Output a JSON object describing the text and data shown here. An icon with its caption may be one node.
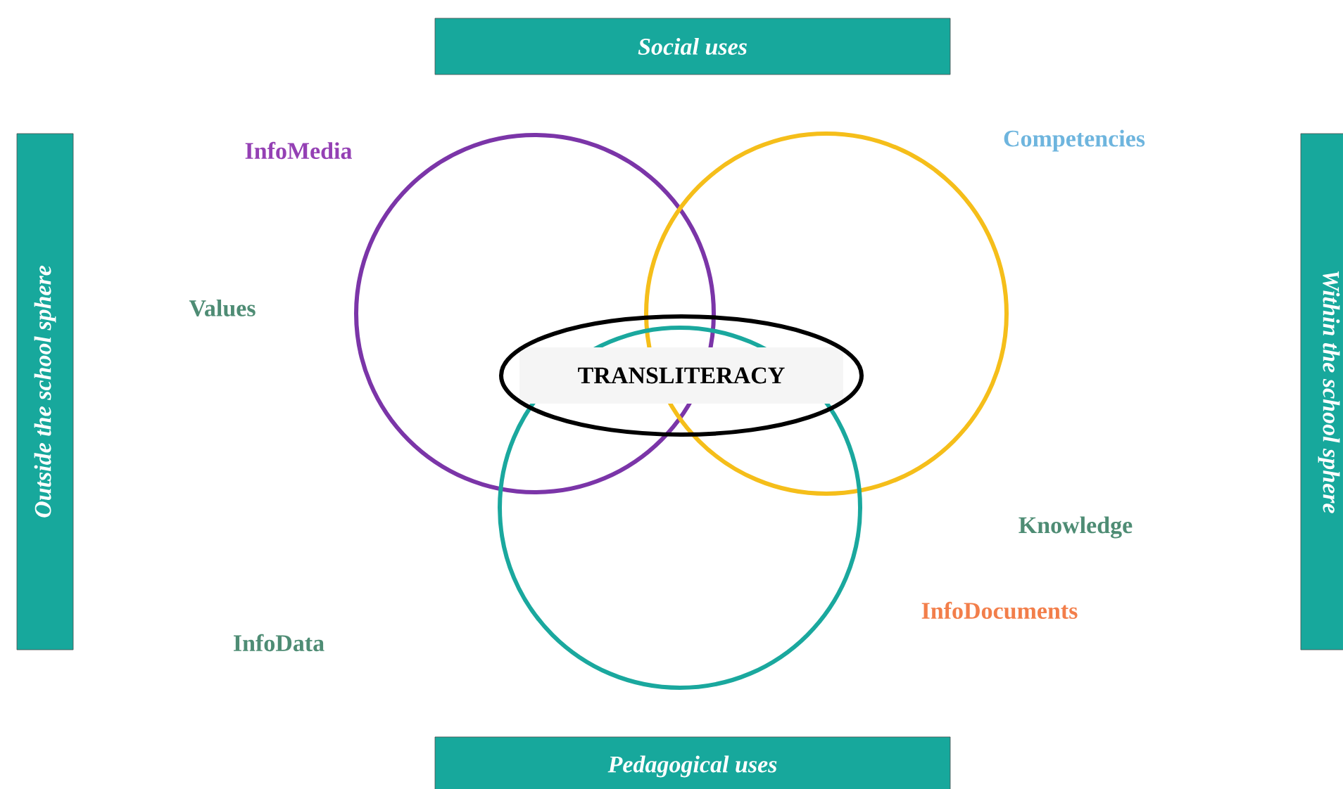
{
  "diagram": {
    "nodes": [
      {
        "text": [
          "Social uses"
        ]
      },
      {
        "text": [
          "Outside the school sphere"
        ]
      },
      {
        "text": [
          "Within the school sphere"
        ]
      },
      {
        "text": [],
        "shape": "circle"
      },
      {
        "text": [],
        "shape": "circle"
      },
      {
        "text": [],
        "shape": "circle"
      },
      {
        "text": [
          "TRANSLITERACY"
        ]
      },
      {
        "text": [
          "Pedagogical uses"
        ]
      }
    ],
    "labels": [
      "InfoMedia",
      "Competencies",
      "Values",
      "Knowledge",
      "InfoDocuments",
      "InfoData"
    ]
  }
}
